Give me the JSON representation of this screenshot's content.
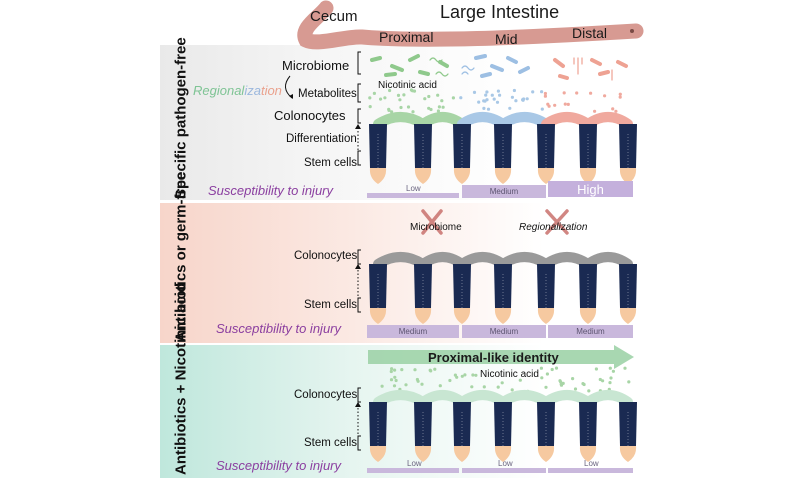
{
  "header": {
    "cecum": "Cecum",
    "large_intestine": "Large Intestine",
    "proximal": "Proximal",
    "mid": "Mid",
    "distal": "Distal"
  },
  "panels": [
    {
      "id": "spf",
      "title": "Specific pathogen-free",
      "labels": {
        "microbiome": "Microbiome",
        "regionalization": "Regionalization",
        "metabolites": "Metabolites",
        "colonocytes": "Colonocytes",
        "differentiation": "Differentiation",
        "stem_cells": "Stem cells",
        "nicotinic_acid": "Nicotinic acid"
      },
      "susceptibility_label": "Susceptibility to injury",
      "susceptibility": [
        "Low",
        "Medium",
        "High"
      ]
    },
    {
      "id": "abx",
      "title": "Antibiotics or germ-free",
      "labels": {
        "colonocytes": "Colonocytes",
        "stem_cells": "Stem cells",
        "microbiome_crossed": "Microbiome",
        "regionalization_crossed": "Regionalization"
      },
      "susceptibility_label": "Susceptibility to injury",
      "susceptibility": [
        "Medium",
        "Medium",
        "Medium"
      ]
    },
    {
      "id": "abx-na",
      "title": "Antibiotics + Nicotinic acid",
      "labels": {
        "colonocytes": "Colonocytes",
        "stem_cells": "Stem cells",
        "arrow": "Proximal-like identity",
        "nicotinic_acid": "Nicotinic acid"
      },
      "susceptibility_label": "Susceptibility to injury",
      "susceptibility": [
        "Low",
        "Low",
        "Low"
      ]
    }
  ],
  "colors": {
    "proximal": "#a8d5a6",
    "mid": "#a9c8e6",
    "distal": "#f0a99e",
    "grey": "#9a9a9a",
    "mint": "#c8e6d2",
    "crypt": "#1a2a52",
    "stem": "#f6c9a0",
    "intestine": "#d79a92",
    "susceptibility_text": "#8b3fa0",
    "cross": "#c9716d"
  }
}
